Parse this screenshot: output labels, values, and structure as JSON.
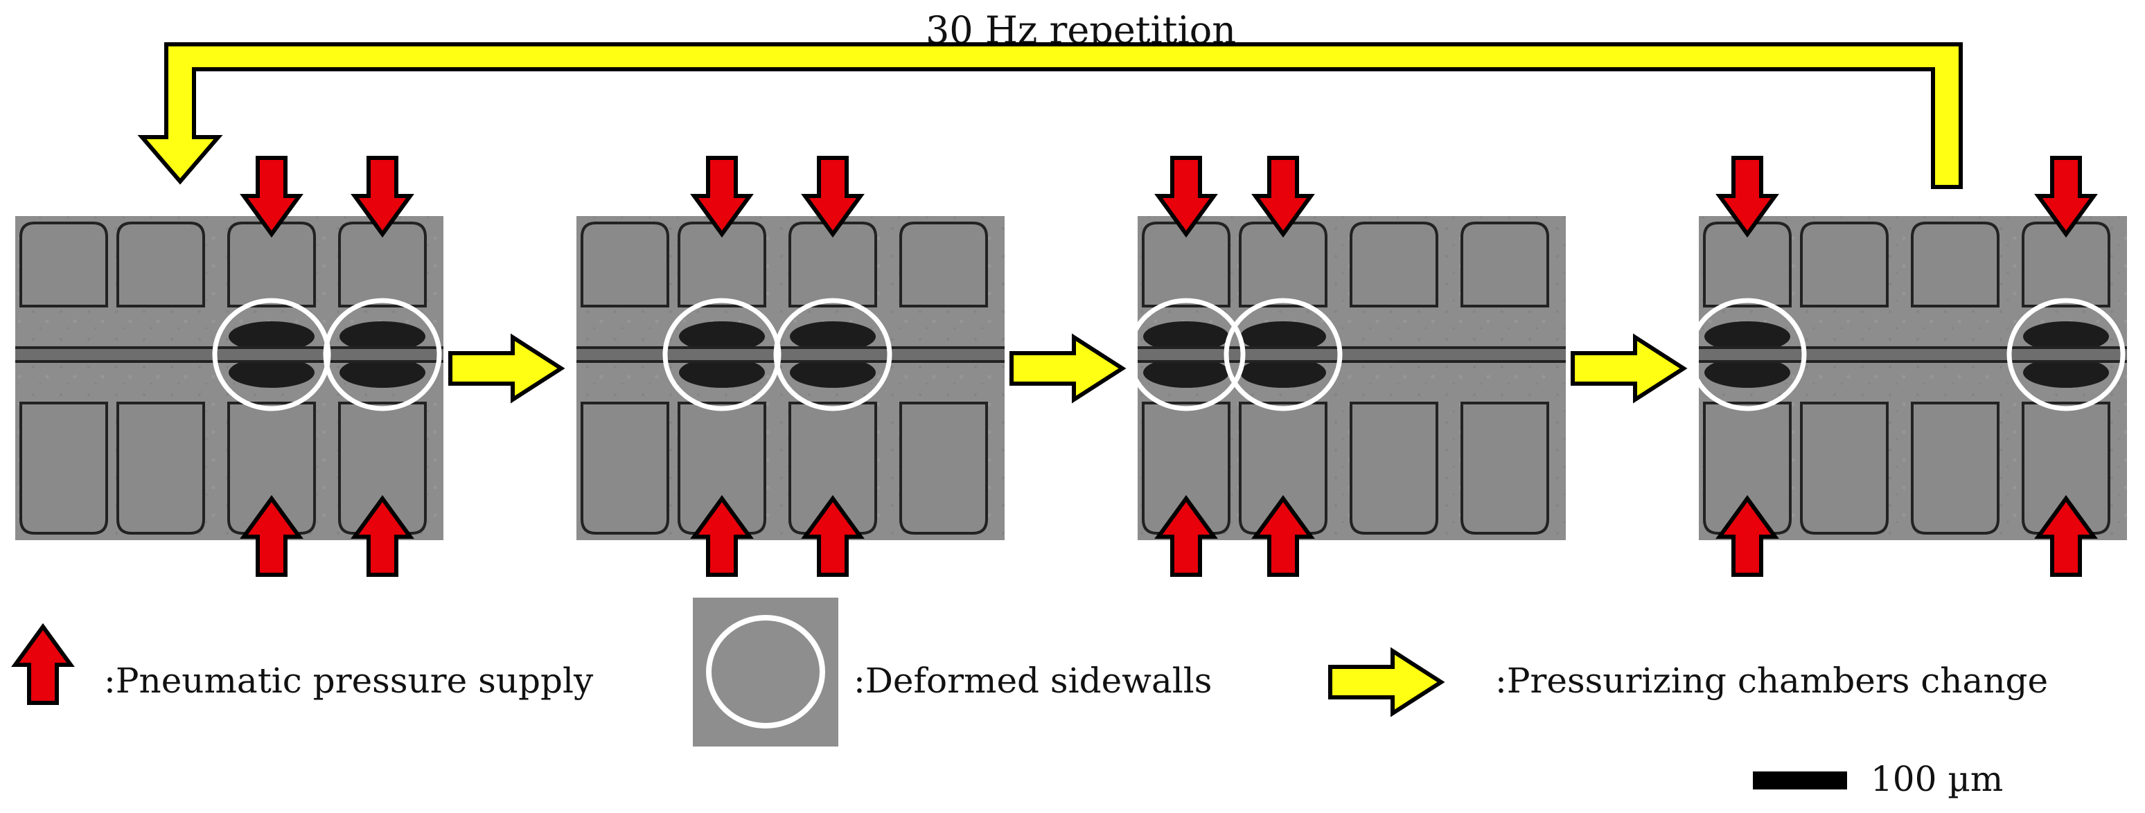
{
  "title": "30 Hz repetition",
  "legend": {
    "pressure_label": ":Pneumatic pressure supply",
    "sidewall_label": ":Deformed sidewalls",
    "change_label": ":Pressurizing chambers change"
  },
  "scale_bar": {
    "label": "100 µm"
  },
  "colors": {
    "pressure_arrow": "#e8000b",
    "change_arrow": "#ffff14",
    "circle": "#ffffff",
    "micrograph_bg": "#8e8e8e",
    "channel_wall": "#2a2a2a"
  },
  "frames": [
    {
      "id": "frame-1",
      "pressurized_chambers": [
        3,
        4
      ]
    },
    {
      "id": "frame-2",
      "pressurized_chambers": [
        2,
        3
      ]
    },
    {
      "id": "frame-3",
      "pressurized_chambers": [
        1,
        2
      ]
    },
    {
      "id": "frame-4",
      "pressurized_chambers": [
        1,
        4
      ]
    }
  ]
}
